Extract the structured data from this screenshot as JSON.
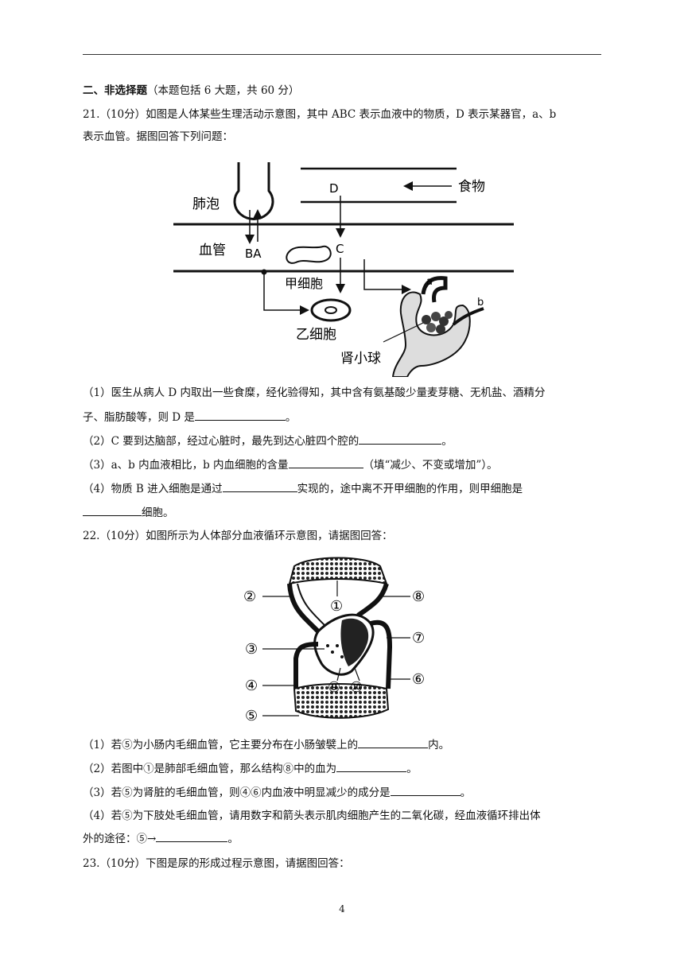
{
  "section": {
    "title": "二、非选择题",
    "note": "（本题包括 6 大题，共 60 分）"
  },
  "q21": {
    "stem1": "21.（10分）如图是人体某些生理活动示意图，其中 ABC 表示血液中的物质，D 表示某器官，a、b",
    "stem2": "表示血管。据图回答下列问题：",
    "figure_labels": {
      "alveolus": "肺泡",
      "vessel": "血管",
      "d": "D",
      "food": "食物",
      "ba": "BA",
      "c": "C",
      "cell_jia": "甲细胞",
      "cell_yi": "乙细胞",
      "glomerulus": "肾小球",
      "a": "a",
      "b": "b"
    },
    "p1a": "（1）医生从病人 D 内取出一些食糜，经化验得知，其中含有氨基酸少量麦芽糖、无机盐、酒精分",
    "p1b": "子、脂肪酸等，则 D 是",
    "p1end": "。",
    "p2": "（2）C 要到达脑部，经过心脏时，最先到达心脏四个腔的",
    "p2end": "。",
    "p3": "（3）a、b 内血液相比，b 内血细胞的含量",
    "p3end": "（填“减少、不变或增加”）。",
    "p4a": "（4）物质 B 进入细胞是通过",
    "p4a_end": "实现的，途中离不开甲细胞的作用，则甲细胞是",
    "p4b_end": "细胞。"
  },
  "q22": {
    "stem": "22.（10分）如图所示为人体部分血液循环示意图，请据图回答：",
    "figure_labels": [
      "②",
      "⑧",
      "①",
      "⑦",
      "③",
      "⑨",
      "⑩",
      "⑥",
      "④",
      "⑤"
    ],
    "p1": "（1）若⑤为小肠内毛细血管，它主要分布在小肠皱襞上的",
    "p1end": "内。",
    "p2": "（2）若图中①是肺部毛细血管，那么结构⑧中的血为",
    "p2end": "。",
    "p3": "（3）若⑤为肾脏的毛细血管，则④⑥内血液中明显减少的成分是",
    "p3end": "。",
    "p4a": "（4）若⑤为下肢处毛细血管，请用数字和箭头表示肌肉细胞产生的二氧化碳，经血液循环排出体",
    "p4b": "外的途径：⑤→",
    "p4end": "。"
  },
  "q23": {
    "stem": "23.（10分）下图是尿的形成过程示意图，请据图回答："
  },
  "page_number": "4"
}
